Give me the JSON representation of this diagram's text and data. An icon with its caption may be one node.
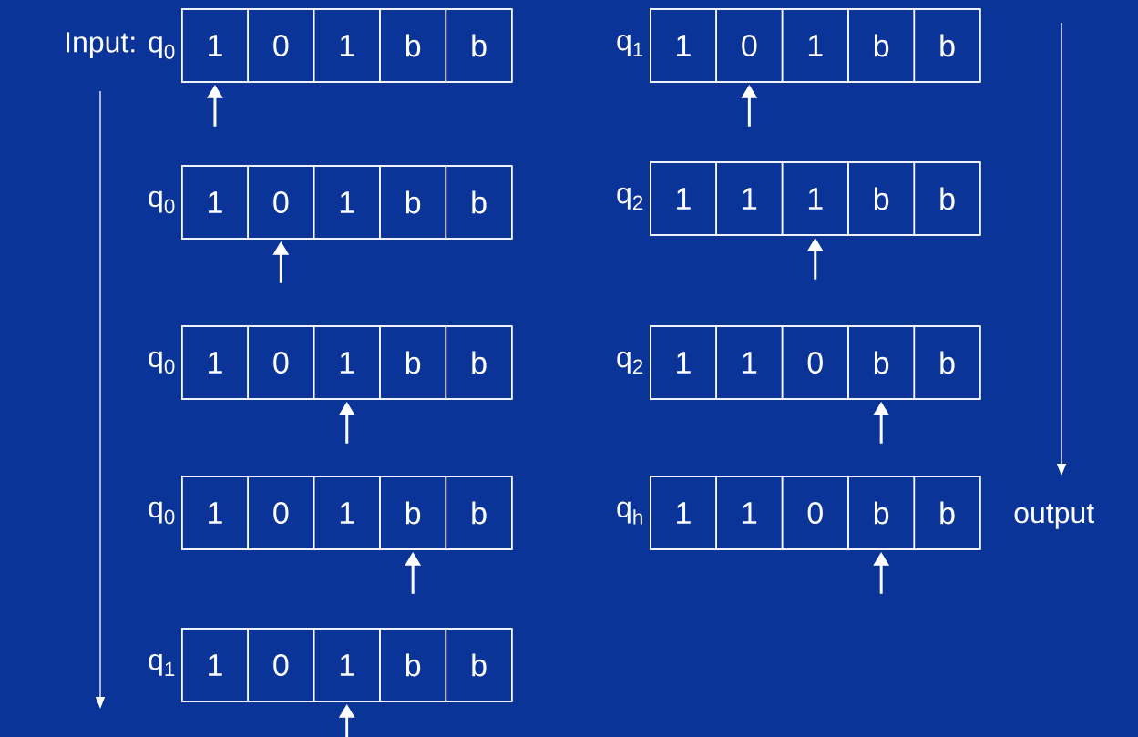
{
  "diagram": {
    "nodes": [
      {
        "text": [],
        "shape": "box",
        "beside": [
          "Input: q$_{0}$"
        ]
      },
      {
        "text": [
          "1"
        ],
        "in": 0
      },
      {
        "text": [
          "0"
        ],
        "in": 0
      },
      {
        "text": [
          "1"
        ],
        "in": 0
      },
      {
        "text": [
          "b"
        ],
        "in": 0
      },
      {
        "text": [
          "b"
        ],
        "in": 0
      },
      {
        "text": [],
        "shape": "box",
        "beside": [
          "q$_{0}$"
        ]
      },
      {
        "text": [
          "1"
        ],
        "in": 6
      },
      {
        "text": [
          "0"
        ],
        "in": 6
      },
      {
        "text": [
          "1"
        ],
        "in": 6
      },
      {
        "text": [
          "b"
        ],
        "in": 6
      },
      {
        "text": [
          "b"
        ],
        "in": 6
      },
      {
        "text": [],
        "shape": "box",
        "beside": [
          "q$_{0}$"
        ]
      },
      {
        "text": [
          "1"
        ],
        "in": 12
      },
      {
        "text": [
          "0"
        ],
        "in": 12
      },
      {
        "text": [
          "1"
        ],
        "in": 12
      },
      {
        "text": [
          "b"
        ],
        "in": 12
      },
      {
        "text": [
          "b"
        ],
        "in": 12
      },
      {
        "text": [],
        "shape": "box",
        "beside": [
          "q$_{0}$"
        ]
      },
      {
        "text": [
          "1"
        ],
        "in": 18
      },
      {
        "text": [
          "0"
        ],
        "in": 18
      },
      {
        "text": [
          "1"
        ],
        "in": 18
      },
      {
        "text": [
          "b"
        ],
        "in": 18
      },
      {
        "text": [
          "b"
        ],
        "in": 18
      },
      {
        "text": [],
        "shape": "box",
        "beside": [
          "q$_{1}$"
        ]
      },
      {
        "text": [
          "1"
        ],
        "in": 24
      },
      {
        "text": [
          "0"
        ],
        "in": 24
      },
      {
        "text": [
          "1"
        ],
        "in": 24
      },
      {
        "text": [
          "b"
        ],
        "in": 24
      },
      {
        "text": [
          "b"
        ],
        "in": 24
      },
      {
        "text": [],
        "shape": "box",
        "beside": [
          "q$_{1}$"
        ]
      },
      {
        "text": [
          "1"
        ],
        "in": 30
      },
      {
        "text": [
          "0"
        ],
        "in": 30
      },
      {
        "text": [
          "1"
        ],
        "in": 30
      },
      {
        "text": [
          "b"
        ],
        "in": 30
      },
      {
        "text": [
          "b"
        ],
        "in": 30
      },
      {
        "text": [],
        "shape": "box",
        "beside": [
          "q$_{2}$"
        ]
      },
      {
        "text": [
          "1"
        ],
        "in": 36
      },
      {
        "text": [
          "1"
        ],
        "in": 36
      },
      {
        "text": [
          "1"
        ],
        "in": 36
      },
      {
        "text": [
          "b"
        ],
        "in": 36
      },
      {
        "text": [
          "b"
        ],
        "in": 36
      },
      {
        "text": [],
        "shape": "box",
        "beside": [
          "q$_{2}$"
        ]
      },
      {
        "text": [
          "1"
        ],
        "in": 42
      },
      {
        "text": [
          "1"
        ],
        "in": 42
      },
      {
        "text": [
          "0"
        ],
        "in": 42
      },
      {
        "text": [
          "b"
        ],
        "in": 42
      },
      {
        "text": [
          "b"
        ],
        "in": 42
      },
      {
        "text": [],
        "shape": "box",
        "beside": [
          "q$_{h}$"
        ]
      },
      {
        "text": [
          "1"
        ],
        "in": 48
      },
      {
        "text": [
          "1"
        ],
        "in": 48
      },
      {
        "text": [
          "0"
        ],
        "in": 48
      },
      {
        "text": [
          "b"
        ],
        "in": 48
      },
      {
        "text": [
          "b"
        ],
        "in": 48
      }
    ],
    "edges": [
      {
        "from": null,
        "to": 1,
        "arrow": "to"
      },
      {
        "from": null,
        "to": 8,
        "arrow": "to"
      },
      {
        "from": null,
        "to": 15,
        "arrow": "to"
      },
      {
        "from": null,
        "to": 22,
        "arrow": "to"
      },
      {
        "from": null,
        "to": 27,
        "arrow": "to"
      },
      {
        "from": null,
        "to": 32,
        "arrow": "to"
      },
      {
        "from": null,
        "to": 39,
        "arrow": "to"
      },
      {
        "from": null,
        "to": 46,
        "arrow": "to"
      },
      {
        "from": null,
        "to": 52,
        "arrow": "to"
      }
    ],
    "labels": [
      "output"
    ]
  }
}
